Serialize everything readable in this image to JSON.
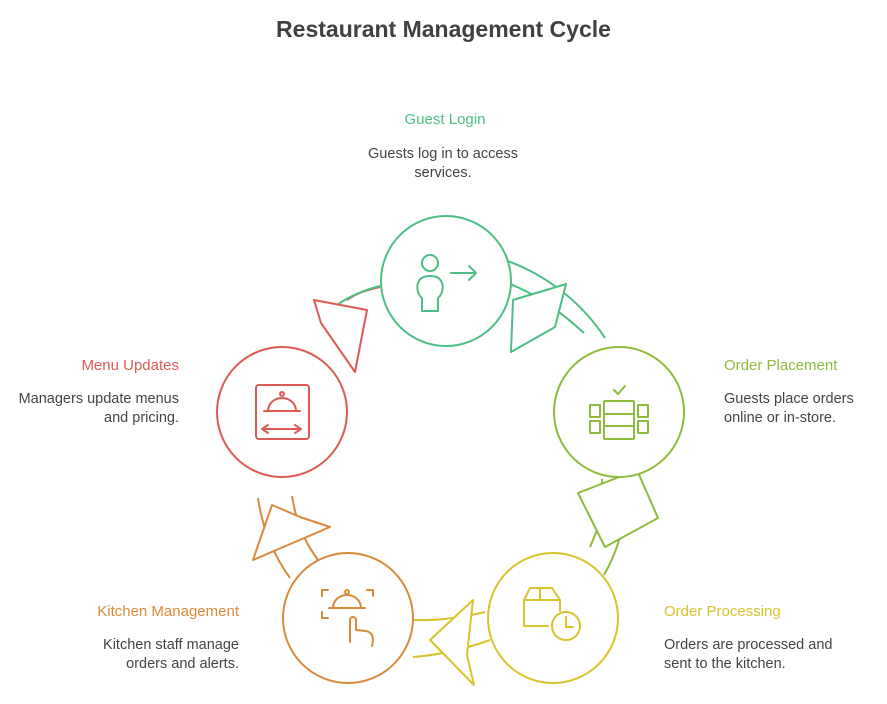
{
  "title": "Restaurant Management Cycle",
  "colors": {
    "guest_login": "#4cbf85",
    "order_placement": "#8fbc3c",
    "order_processing": "#d8c42c",
    "kitchen_management": "#da8a3a",
    "menu_updates": "#dd5a55"
  },
  "steps": [
    {
      "key": "guest_login",
      "title": "Guest Login",
      "description": "Guests log in to access services.",
      "icon": "guest-login-icon"
    },
    {
      "key": "order_placement",
      "title": "Order Placement",
      "description": "Guests place orders online or in-store.",
      "icon": "order-list-icon"
    },
    {
      "key": "order_processing",
      "title": "Order Processing",
      "description": "Orders are processed and sent to the kitchen.",
      "icon": "box-clock-icon"
    },
    {
      "key": "kitchen_management",
      "title": "Kitchen Management",
      "description": "Kitchen staff manage orders and alerts.",
      "icon": "touch-cloche-icon"
    },
    {
      "key": "menu_updates",
      "title": "Menu Updates",
      "description": "Managers update menus and pricing.",
      "icon": "menu-cloche-icon"
    }
  ]
}
